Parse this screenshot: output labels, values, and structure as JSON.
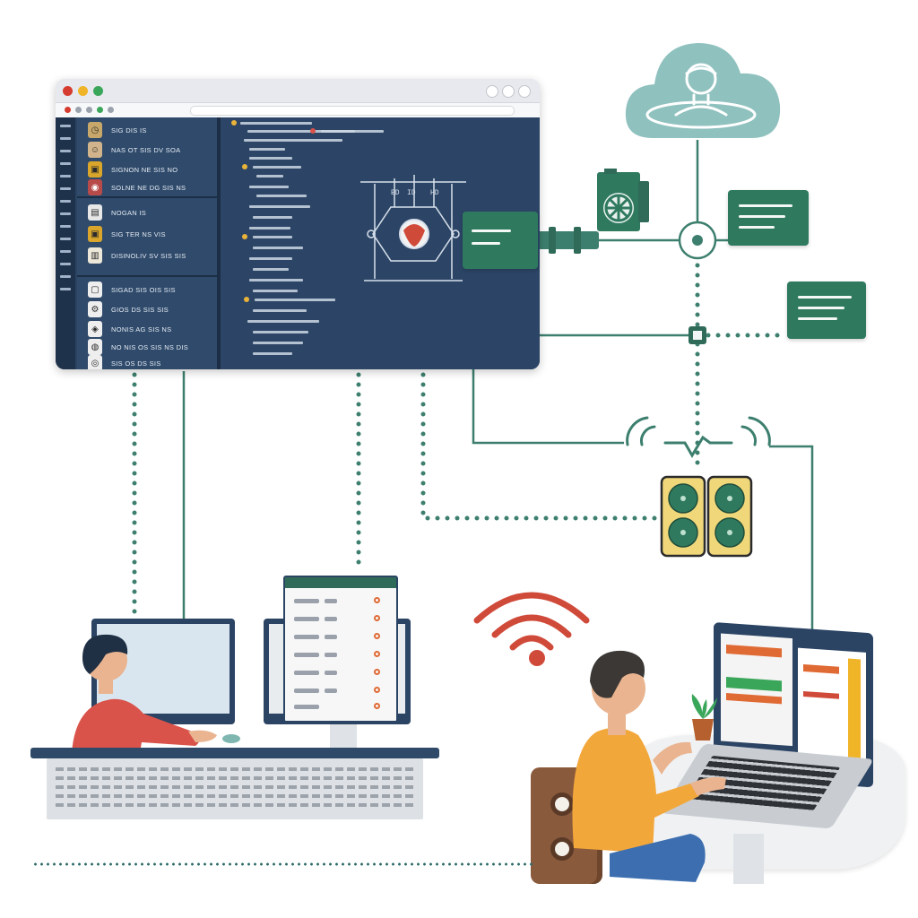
{
  "colors": {
    "accent_green": "#2f7a5f",
    "teal_line": "#3d7f6e",
    "navy": "#2b4464",
    "cloud": "#8fc1bf",
    "alert_red": "#d04a3a",
    "shirt_orange": "#f2a73b",
    "shirt_red": "#d9534b"
  },
  "dashboard": {
    "list_items": [
      {
        "label": "SIG DIS IS",
        "icon": "clock-icon",
        "icon_bg": "#c8a86a"
      },
      {
        "label": "NAS OT SIS DV SOA",
        "icon": "face-icon",
        "icon_bg": "#d2b48c"
      },
      {
        "label": "SIGNON NE SIS NO",
        "icon": "box-icon",
        "icon_bg": "#d9a52b"
      },
      {
        "label": "SOLNE NE DG SIS NS",
        "icon": "badge-icon",
        "icon_bg": "#b84a4a"
      },
      {
        "label": "NOGAN IS",
        "icon": "document-icon",
        "icon_bg": "#e7e7e7"
      },
      {
        "label": "SIG TER NS VIS",
        "icon": "box-icon",
        "icon_bg": "#d9a52b"
      },
      {
        "label": "DISINOLIV SV SIS SIS",
        "icon": "lock-icon",
        "icon_bg": "#ece7d8"
      },
      {
        "label": "SIGAD SIS OIS SIS",
        "icon": "cube-icon",
        "icon_bg": "#eeeeee"
      },
      {
        "label": "GIOS DS SIS SIS",
        "icon": "gear-icon",
        "icon_bg": "#eeeeee"
      },
      {
        "label": "NONIS AG SIS NS",
        "icon": "badge-icon",
        "icon_bg": "#eeeeee"
      },
      {
        "label": "NO NIS OS SIS NS DIS",
        "icon": "tag-icon",
        "icon_bg": "#eeeeee"
      },
      {
        "label": "SIS OS DS SIS",
        "icon": "lock-icon",
        "icon_bg": "#eeeeee"
      }
    ],
    "diagram_labels": [
      "BD",
      "ID",
      "HD"
    ]
  },
  "icons": {
    "cloud": "cloud-user-icon",
    "router": "router-icon",
    "wifi": "wifi-icon",
    "plant": "plant-icon",
    "circuit_boards": "circuit-board-icon"
  }
}
